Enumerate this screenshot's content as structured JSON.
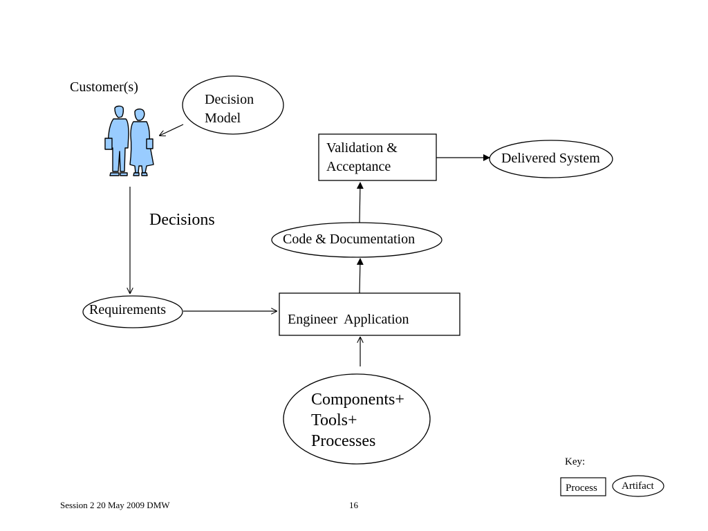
{
  "customer": {
    "label": "Customer(s)",
    "icon": "customers-icon",
    "figure_color": "#99ccff",
    "outline_color": "#000000"
  },
  "decision_model": {
    "line1": "Decision",
    "line2": "Model"
  },
  "decisions_label": "Decisions",
  "requirements": "Requirements",
  "engineer_application": "Engineer  Application",
  "code_documentation": "Code & Documentation",
  "validation": {
    "line1": "Validation &",
    "line2": "Acceptance"
  },
  "delivered_system": "Delivered System",
  "components": {
    "line1": "Components+",
    "line2": "Tools+",
    "line3": "Processes"
  },
  "key": {
    "title": "Key:",
    "process": "Process",
    "artifact": "Artifact"
  },
  "footer": {
    "left": "Session 2 20 May 2009 DMW",
    "page_number": "16"
  }
}
